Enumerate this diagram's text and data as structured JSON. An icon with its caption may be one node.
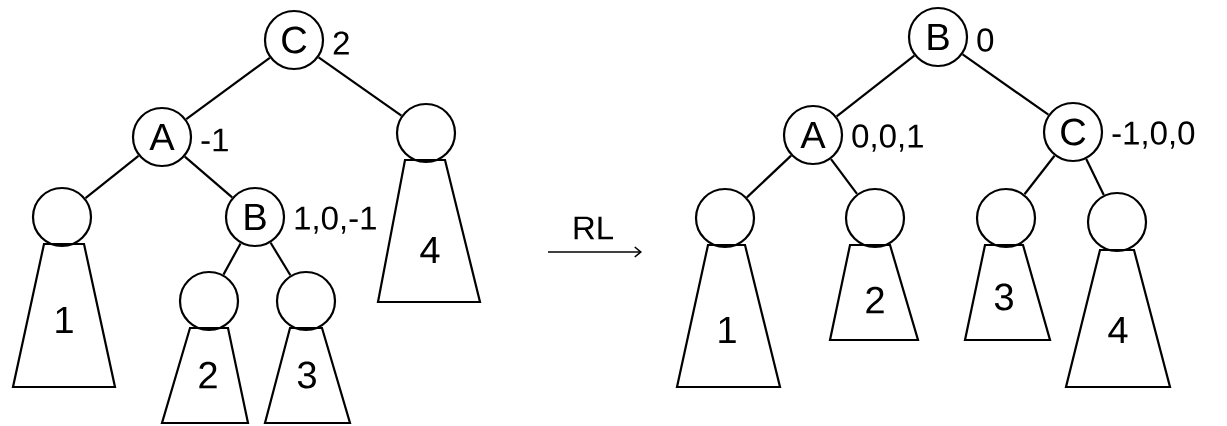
{
  "diagram": {
    "nodes": [
      {
        "text": [
          "C"
        ],
        "beside": [
          "2"
        ]
      },
      {
        "text": [
          "A"
        ],
        "beside": [
          "-1"
        ]
      },
      {
        "text": [],
        "shape": "circle"
      },
      {
        "text": [],
        "shape": "circle"
      },
      {
        "text": [
          "B"
        ],
        "beside": [
          "1,0,-1"
        ]
      },
      {
        "text": [
          "4"
        ]
      },
      {
        "text": [
          "1"
        ]
      },
      {
        "text": [],
        "shape": "circle"
      },
      {
        "text": [],
        "shape": "circle"
      },
      {
        "text": [
          "2"
        ]
      },
      {
        "text": [
          "3"
        ]
      },
      {
        "text": [
          "B"
        ],
        "beside": [
          "0"
        ]
      },
      {
        "text": [
          "A"
        ],
        "beside": [
          "0,0,1"
        ]
      },
      {
        "text": [
          "C"
        ],
        "beside": [
          "-1,0,0"
        ]
      },
      {
        "text": [],
        "shape": "circle"
      },
      {
        "text": [],
        "shape": "circle"
      },
      {
        "text": [],
        "shape": "circle"
      },
      {
        "text": [],
        "shape": "circle"
      },
      {
        "text": [
          "2"
        ]
      },
      {
        "text": [
          "3"
        ]
      },
      {
        "text": [
          "1"
        ]
      },
      {
        "text": [
          "4"
        ]
      }
    ],
    "edges": [
      {
        "from": 0,
        "to": 1,
        "arrow": "none"
      },
      {
        "from": 0,
        "to": 2,
        "arrow": "none"
      },
      {
        "from": 1,
        "to": 3,
        "arrow": "none"
      },
      {
        "from": 1,
        "to": 4,
        "arrow": "none"
      },
      {
        "from": 4,
        "to": 7,
        "arrow": "none"
      },
      {
        "from": 4,
        "to": 8,
        "arrow": "none"
      },
      {
        "from": 11,
        "to": 12,
        "arrow": "none"
      },
      {
        "from": 11,
        "to": 13,
        "arrow": "none"
      },
      {
        "from": 12,
        "to": 14,
        "arrow": "none"
      },
      {
        "from": 12,
        "to": 15,
        "arrow": "none"
      },
      {
        "from": 13,
        "to": 16,
        "arrow": "none"
      },
      {
        "from": 13,
        "to": 17,
        "arrow": "none"
      }
    ],
    "labels": [
      "RL"
    ]
  }
}
